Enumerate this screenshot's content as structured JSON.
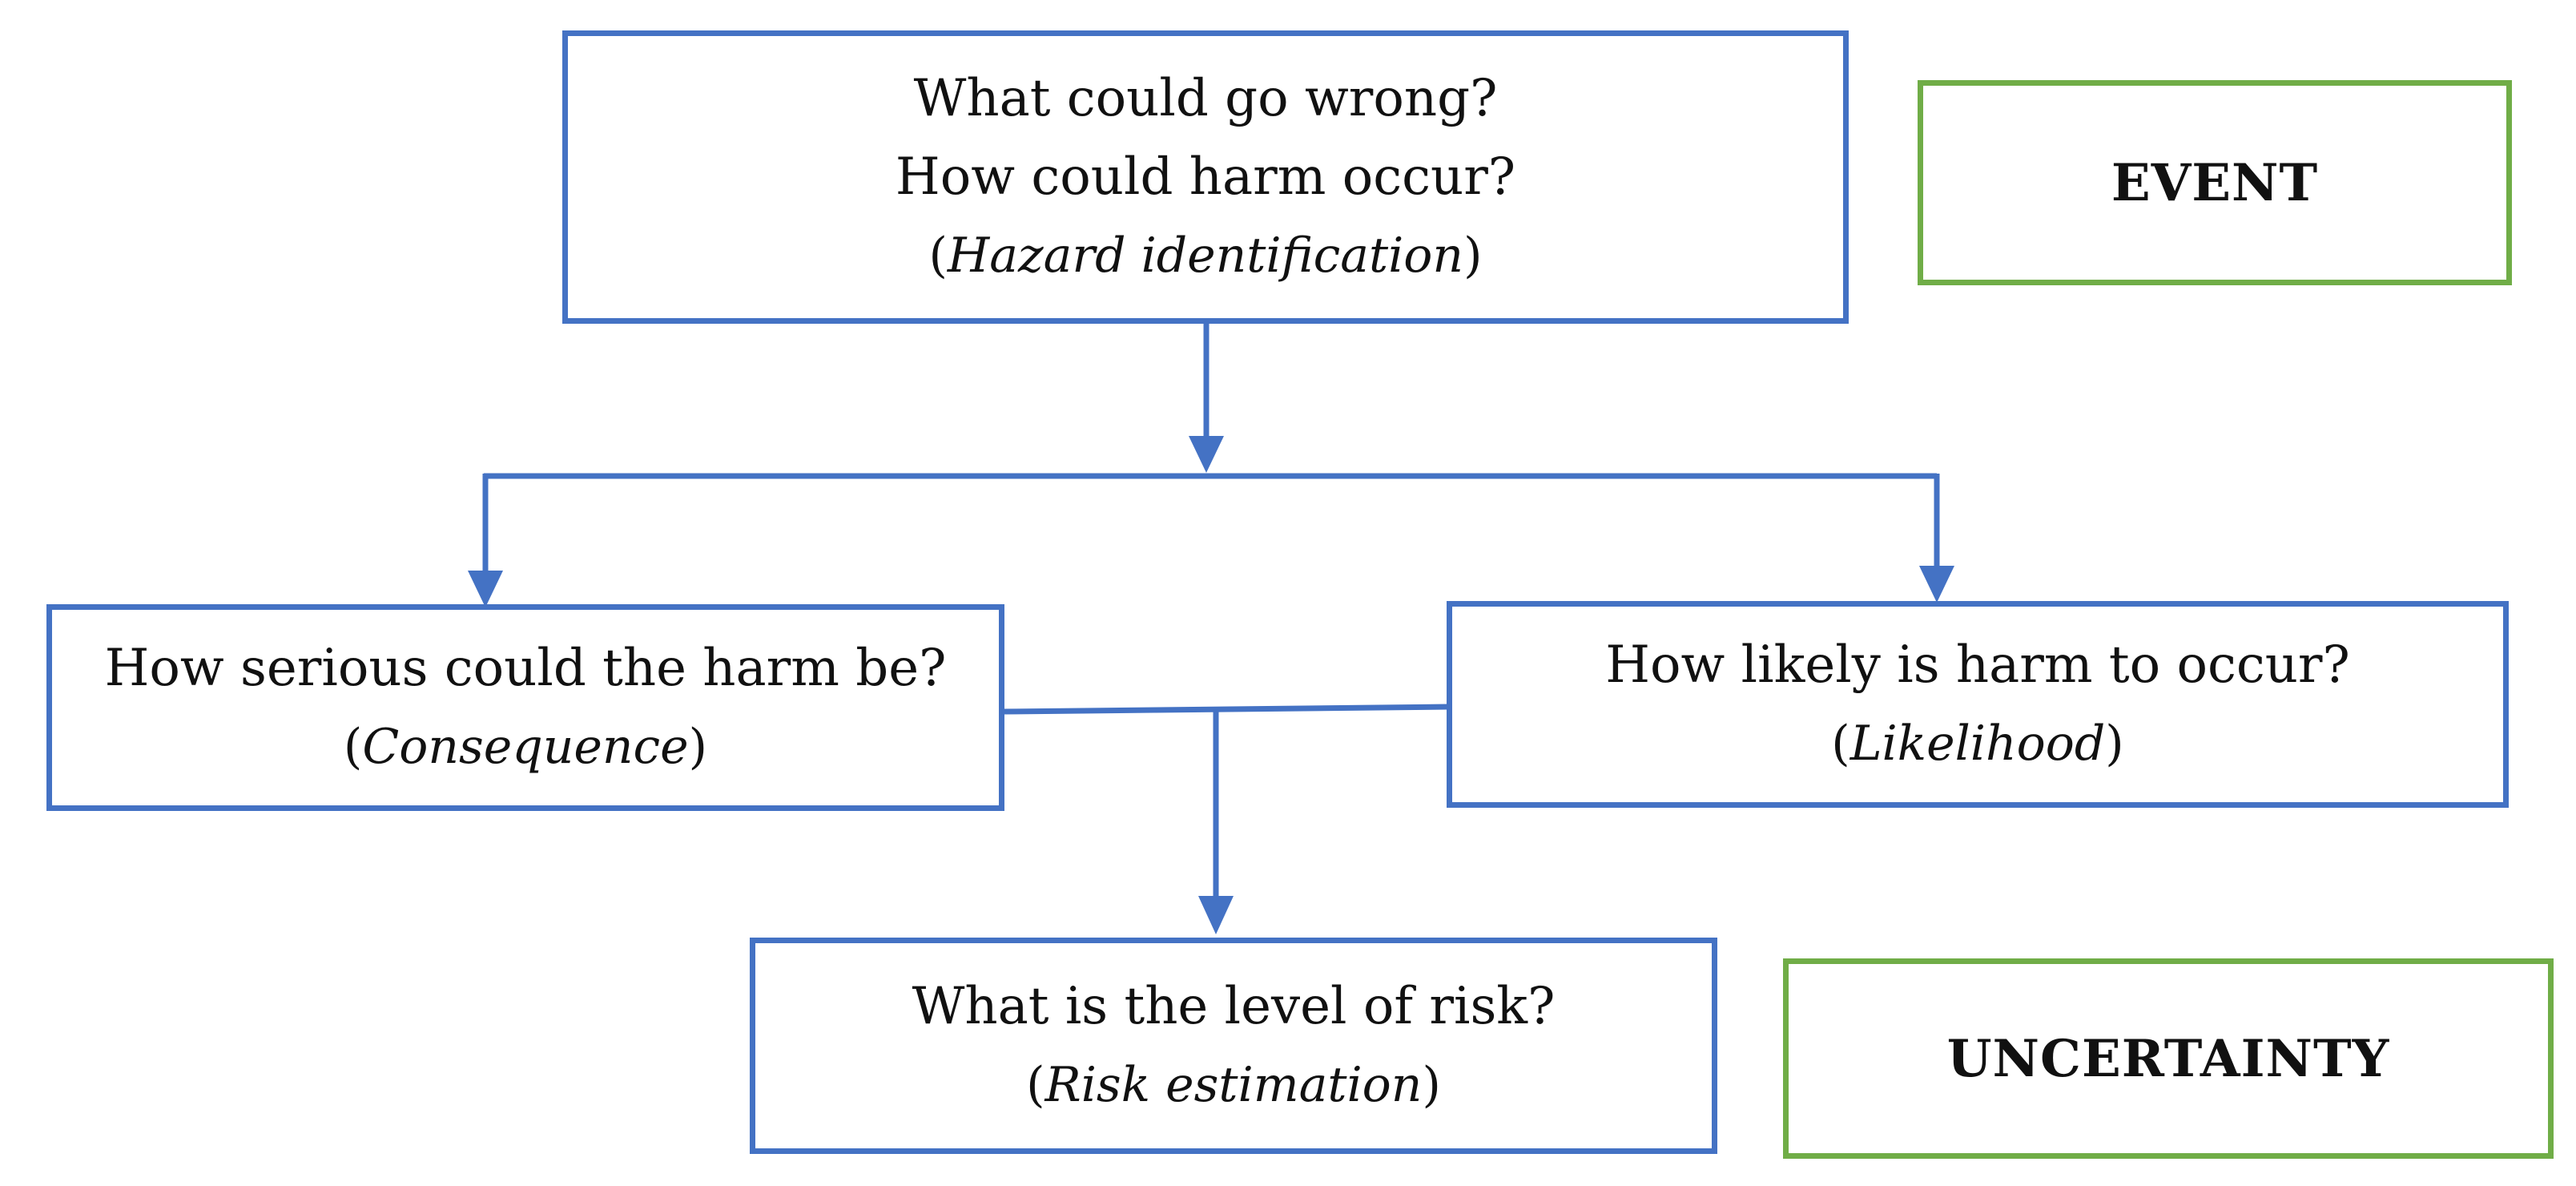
{
  "diagram": {
    "hazard_box": {
      "line1": "What could go wrong?",
      "line2": "How could harm occur?",
      "term": "Hazard identification"
    },
    "consequence_box": {
      "line1": "How serious could the harm be?",
      "term": "Consequence"
    },
    "likelihood_box": {
      "line1": "How likely is harm to occur?",
      "term": "Likelihood"
    },
    "risk_box": {
      "line1": "What is the level of risk?",
      "term": "Risk estimation"
    },
    "event_label": "EVENT",
    "uncertainty_label": "UNCERTAINTY"
  },
  "colors": {
    "flow_box_border": "#4472c4",
    "label_box_border": "#70ad47",
    "connector": "#4472c4"
  }
}
